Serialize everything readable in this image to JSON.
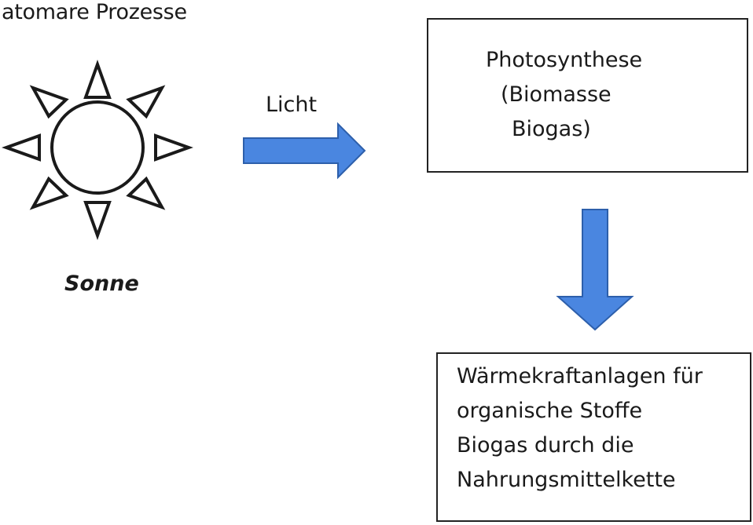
{
  "title": "atomare Prozesse",
  "sun": {
    "label": "Sonne"
  },
  "arrow_light": {
    "label": "Licht"
  },
  "box_photosynthesis": {
    "lines": [
      "Photosynthese",
      "(Biomasse",
      "Biogas)"
    ]
  },
  "box_heat": {
    "lines": [
      "Wärmekraftanlagen für",
      "organische Stoffe",
      "Biogas durch die",
      "Nahrungsmittelkette"
    ]
  },
  "colors": {
    "arrow_fill": "#4a86e0",
    "arrow_stroke": "#2d5fab",
    "line": "#1a1a1a"
  },
  "icons": [
    "sun-icon",
    "right-arrow-icon",
    "down-arrow-icon"
  ]
}
